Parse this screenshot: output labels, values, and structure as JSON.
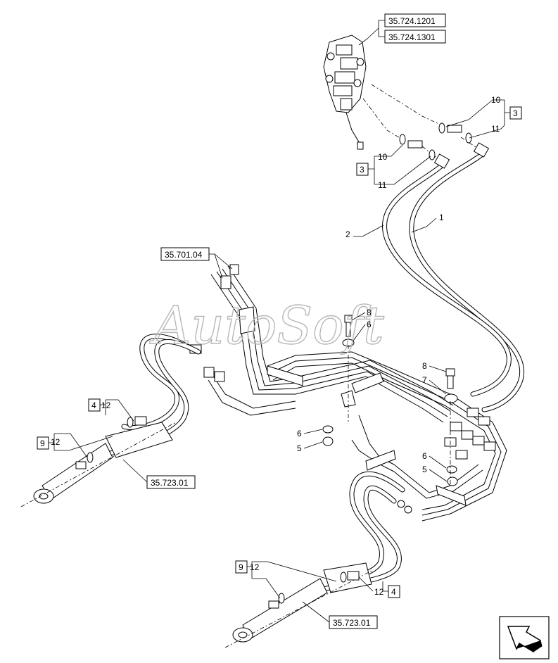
{
  "watermark": "AutoSoft",
  "references": {
    "ref_1201": "35.724.1201",
    "ref_1301": "35.724.1301",
    "ref_701": "35.701.04",
    "ref_723_left": "35.723.01",
    "ref_723_bottom": "35.723.01"
  },
  "boxed_numbers": {
    "b3_right": "3",
    "b3_left": "3",
    "b4_left": "4",
    "b9_left": "9",
    "b9_bottom": "9",
    "b4_bottom": "4"
  },
  "callouts": {
    "c10_right": "10",
    "c11_right": "11",
    "c10_left": "10",
    "c11_left": "11",
    "c1": "1",
    "c2": "2",
    "c8_top": "8",
    "c6_top": "6",
    "c8_right": "8",
    "c7": "7",
    "c6_mid": "6",
    "c5_mid": "5",
    "c6_right": "6",
    "c5_right": "5",
    "c12_a": "12",
    "c12_b": "12",
    "c12_c": "12",
    "c12_d": "12"
  },
  "nav_icon": "next-page-arrow-icon"
}
